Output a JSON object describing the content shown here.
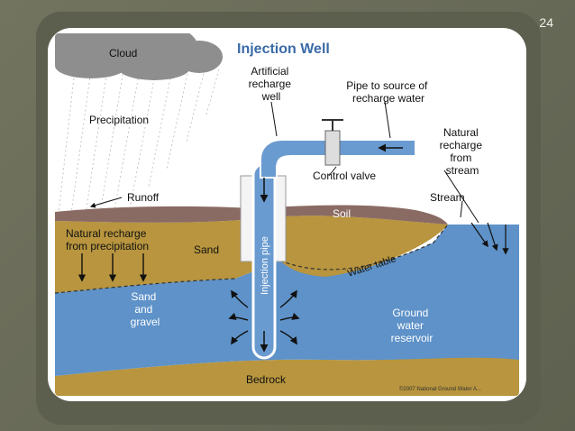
{
  "slide": {
    "number": "24"
  },
  "diagram": {
    "title": "Injection Well",
    "labels": {
      "cloud": "Cloud",
      "precipitation": "Precipitation",
      "artificial_recharge_well": [
        "Artificial",
        "recharge",
        "well"
      ],
      "pipe_to_source": [
        "Pipe to source of",
        "recharge water"
      ],
      "control_valve": "Control valve",
      "natural_recharge_stream": [
        "Natural",
        "recharge",
        "from",
        "stream"
      ],
      "runoff": "Runoff",
      "soil": "Soil",
      "stream": "Stream",
      "natural_recharge_precip": [
        "Natural recharge",
        "from precipitation"
      ],
      "sand": "Sand",
      "injection_pipe": "Injection pipe",
      "water_table": "Water table",
      "sand_gravel": [
        "Sand",
        "and",
        "gravel"
      ],
      "ground_water_reservoir": [
        "Ground",
        "water",
        "reservoir"
      ],
      "bedrock": "Bedrock",
      "copyright": "©2007 National Ground Water A..."
    },
    "colors": {
      "sky": "#ffffff",
      "cloud": "#8e8e8e",
      "soil": "#8a6b63",
      "sand": "#b8953e",
      "water": "#5e92c8",
      "bedrock": "#b8953e",
      "pipe": "#6a9bd0",
      "title": "#3a6aa8"
    }
  }
}
